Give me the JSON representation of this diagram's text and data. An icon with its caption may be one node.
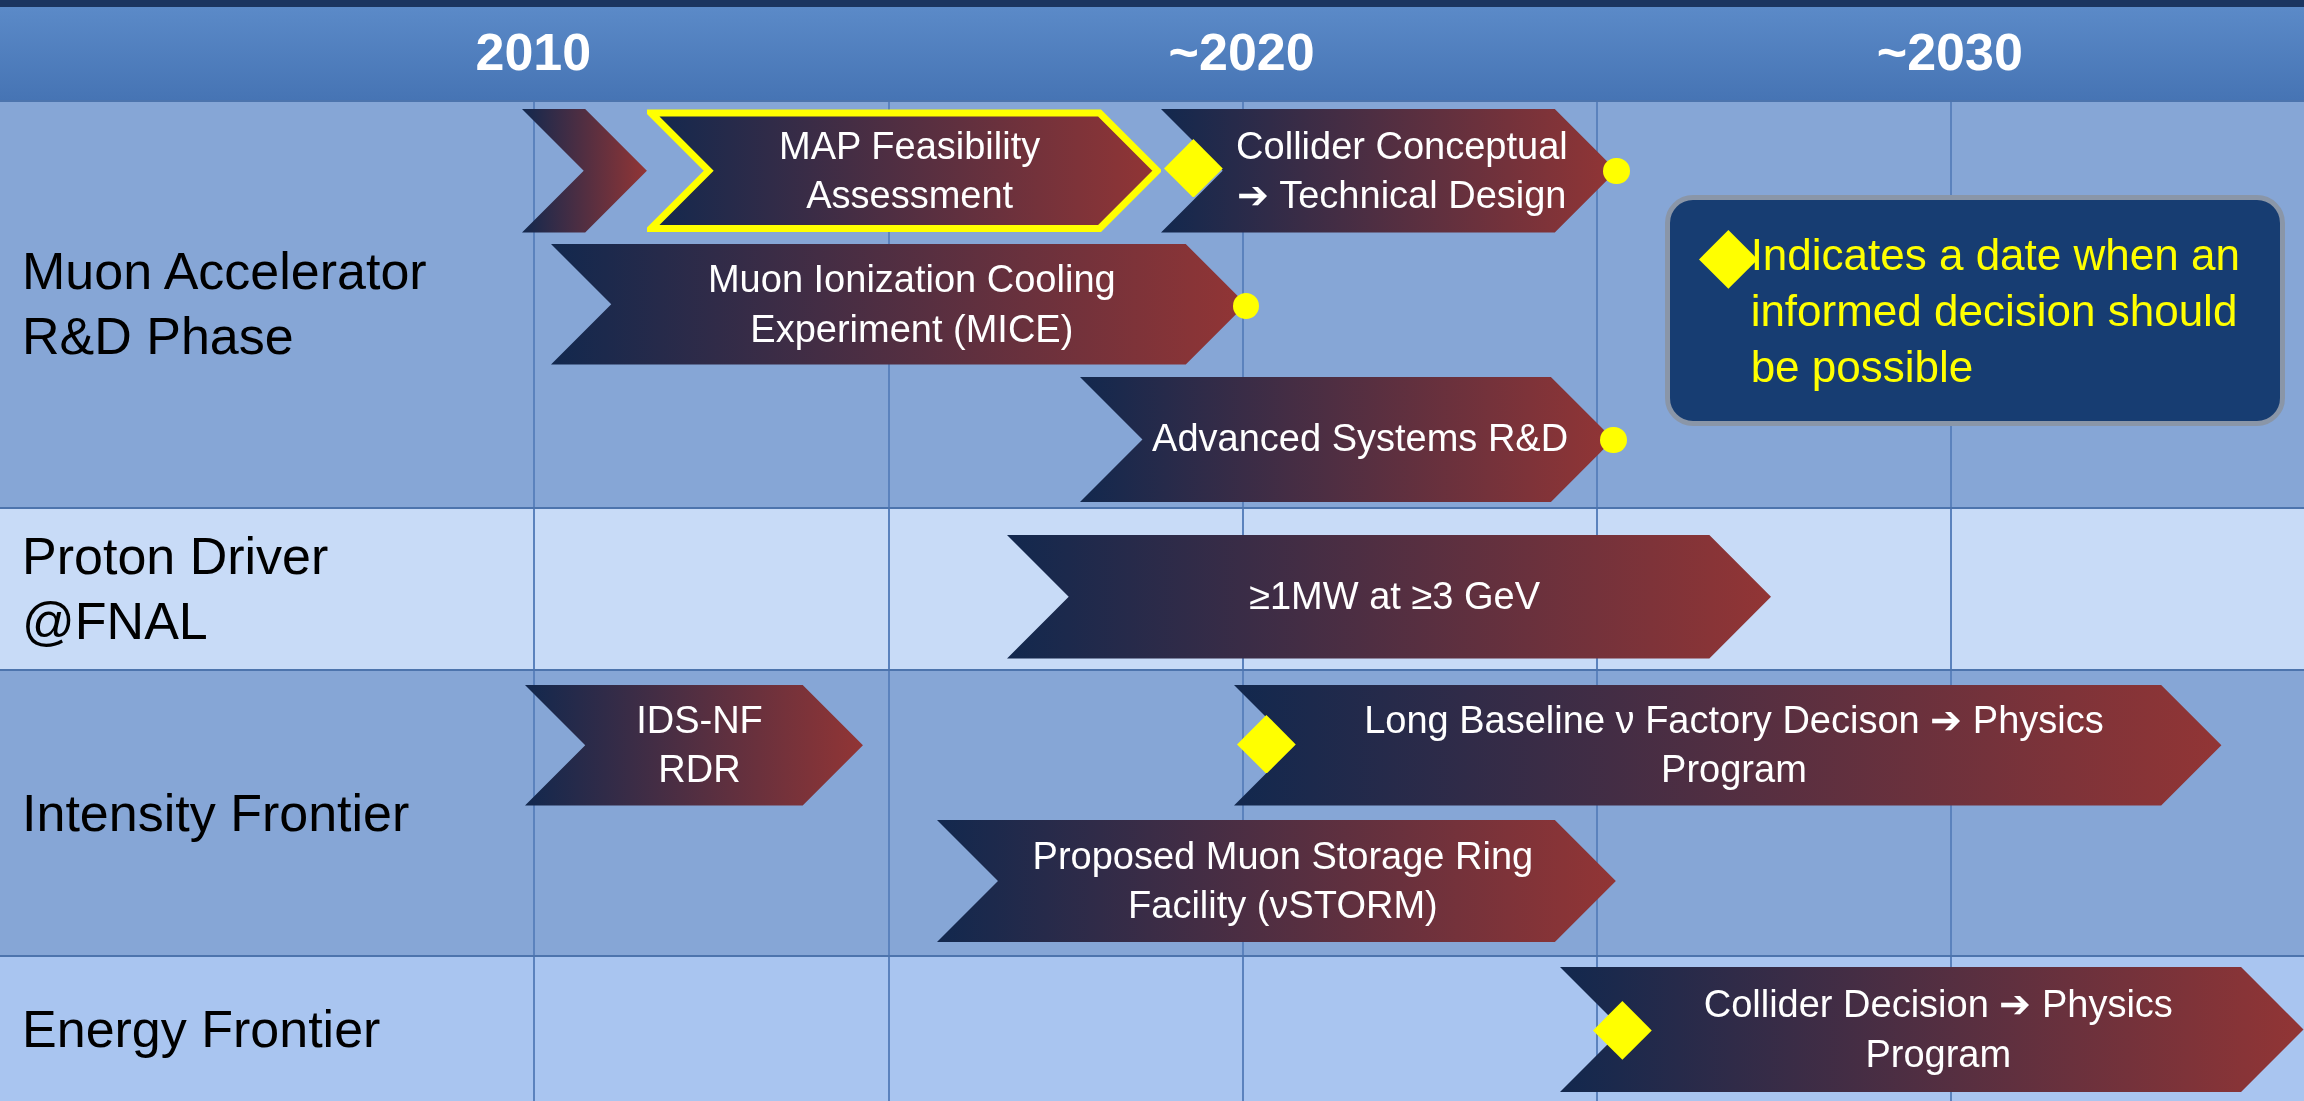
{
  "diagram": {
    "nodes": [
      {
        "text": [
          "Muon Accelerator R&D Phase"
        ]
      },
      {
        "text": [],
        "shape": "chevron",
        "in": 0
      },
      {
        "text": [
          "MAP Feasibility Assessment"
        ],
        "in": 0
      },
      {
        "text": [
          "Collider Conceptual ➔ Technical Design"
        ],
        "in": 0
      },
      {
        "text": [
          "Muon Ionization Cooling Experiment (MICE)"
        ],
        "in": 0
      },
      {
        "text": [
          "Advanced Systems R&D"
        ],
        "in": 0
      },
      {
        "text": [
          "Proton Driver @FNAL"
        ]
      },
      {
        "text": [
          "≥1MW at ≥3 GeV"
        ],
        "in": 6
      },
      {
        "text": [
          "Intensity Frontier"
        ]
      },
      {
        "text": [
          "IDS-NF RDR"
        ],
        "in": 8
      },
      {
        "text": [
          "Long Baseline ν Factory Decison ➔ Physics Program"
        ],
        "in": 8
      },
      {
        "text": [
          "Proposed Muon Storage Ring Facility (νSTORM)"
        ],
        "in": 8
      },
      {
        "text": [
          "Energy Frontier"
        ]
      },
      {
        "text": [
          "Collider Decision ➔ Physics Program"
        ],
        "in": 12
      }
    ],
    "labels": [
      "2010",
      "~2020",
      "~2030"
    ],
    "legend": [
      {
        "text": "Indicates a date when an informed decision should be possible"
      }
    ]
  }
}
